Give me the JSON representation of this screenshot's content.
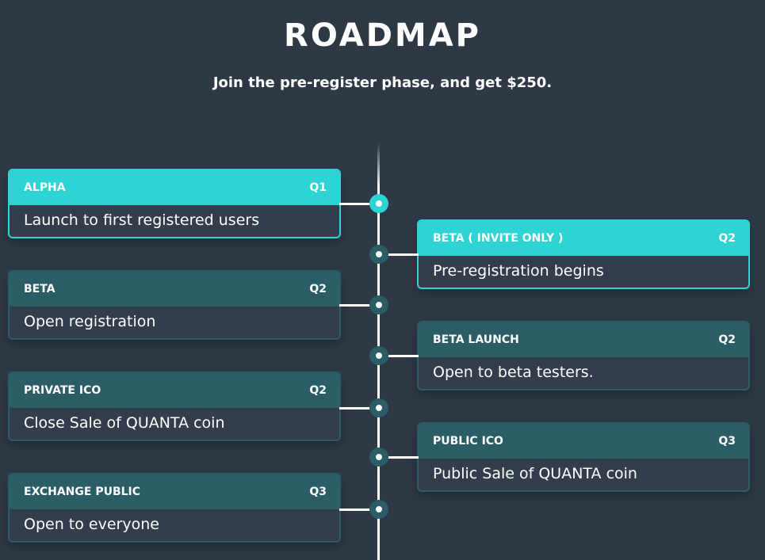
{
  "header": {
    "title": "ROADMAP",
    "subtitle": "Join the pre-register phase, and get $250."
  },
  "colors": {
    "background": "#2f3946",
    "accent": "#2ed3d3",
    "card_header": "#2a5d66",
    "card_body": "#333d4b"
  },
  "milestones": [
    {
      "name": "ALPHA",
      "quarter": "Q1",
      "description": "Launch to first registered users",
      "side": "left",
      "highlighted": true
    },
    {
      "name": "BETA ( INVITE ONLY )",
      "quarter": "Q2",
      "description": "Pre-registration begins",
      "side": "right",
      "highlighted": true
    },
    {
      "name": "BETA",
      "quarter": "Q2",
      "description": "Open registration",
      "side": "left",
      "highlighted": false
    },
    {
      "name": "BETA LAUNCH",
      "quarter": "Q2",
      "description": "Open to beta testers.",
      "side": "right",
      "highlighted": false
    },
    {
      "name": "PRIVATE ICO",
      "quarter": "Q2",
      "description": "Close Sale of QUANTA coin",
      "side": "left",
      "highlighted": false
    },
    {
      "name": "PUBLIC ICO",
      "quarter": "Q3",
      "description": "Public Sale of QUANTA coin",
      "side": "right",
      "highlighted": false
    },
    {
      "name": "EXCHANGE PUBLIC",
      "quarter": "Q3",
      "description": "Open to everyone",
      "side": "left",
      "highlighted": false
    }
  ]
}
